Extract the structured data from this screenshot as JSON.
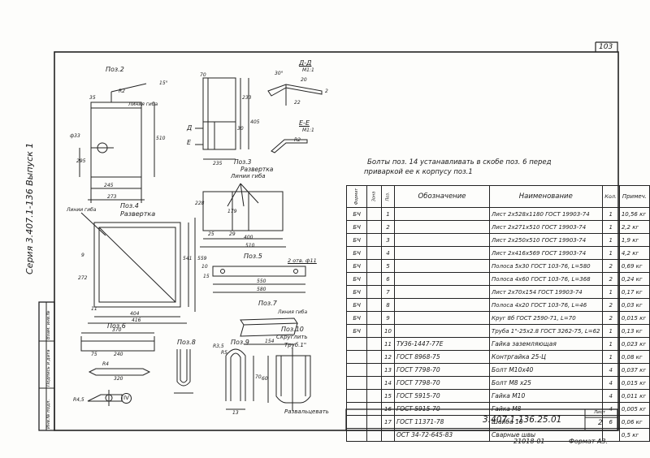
{
  "sheet": {
    "page_number": "103",
    "series_vertical": "Серия 3.407.1-136 Выпуск 1",
    "document_code": "3.407.1-136.25.01",
    "sheet_label": "Лист",
    "sheet_number": "2",
    "bottom_number": "21018-01",
    "format": "Формат А3."
  },
  "side_stamp": [
    "Инв.№ подл.",
    "Подпись и дата",
    "Взам. инв.№"
  ],
  "note": {
    "line1": "Болты поз. 14 устанавливать в скобе поз. 6 перед",
    "line2": "приваркой ее к корпусу поз.1"
  },
  "drawing_labels": {
    "poz2": "Поз.2",
    "liniya_giba_2": "Линия гиба",
    "r2_a": "R2",
    "deg15": "15°",
    "d33": "ф33",
    "dim_35": "35",
    "dim_245": "245",
    "dim_273": "273",
    "dim_510": "510",
    "dim_295": "295",
    "poz3": "Поз.3",
    "razvertka_3": "Развертка",
    "liniya_giba_3": "Линии гиба",
    "dim_235": "235",
    "dim_233": "233",
    "dim_405": "405",
    "dim_30": "30",
    "dim_70": "70",
    "dim_228": "228",
    "dim_179": "179",
    "dim_29": "29",
    "dim_400": "400",
    "dim_510b": "510",
    "dim_25": "25",
    "view_dd": "Д-Д",
    "view_dd_scale": "М1:1",
    "view_ee": "Е-Е",
    "view_ee_scale": "М1:1",
    "mark_d": "Д",
    "mark_e": "Е",
    "dim_20": "20",
    "dim_22": "22",
    "dim_30deg": "30°",
    "dim_r2": "R2",
    "dim_2": "2",
    "poz4": "Поз.4",
    "razvertka_4": "Развертка",
    "liniya_giba_4": "Линии гиба",
    "dim_404": "404",
    "dim_416": "416",
    "dim_541": "541",
    "dim_559": "559",
    "dim_272": "272",
    "dim_9": "9",
    "dim_11": "11",
    "dim_10": "10",
    "poz5": "Поз.5",
    "holes_11": "2 отв. ф11",
    "dim_15": "15",
    "dim_550": "550",
    "dim_580": "580",
    "poz7": "Поз.7",
    "liniya_giba_7": "Линия гиба",
    "dim_154": "154",
    "poz6": "Поз.6",
    "dim_370": "370",
    "dim_75": "75",
    "dim_240": "240",
    "dim_320": "320",
    "dim_r4": "R4",
    "dim_r45": "R4,5",
    "roman_iv": "IV",
    "poz8": "Поз.8",
    "dim_r35": "R3,5",
    "poz9": "Поз.9",
    "dim_r5": "R5",
    "dim_13": "13",
    "dim_70b": "70",
    "poz10": "Поз.10",
    "skruglit": "Скруглить",
    "trub": "Труб.1\"",
    "razvaltsevat": "Развальцевать",
    "dim_60": "60"
  },
  "spec_table": {
    "headers": [
      "Формат",
      "Зона",
      "Поз.",
      "Обозначение",
      "Наименование",
      "Кол.",
      "Примеч."
    ],
    "rows": [
      {
        "fmt": "БЧ",
        "zone": "",
        "pos": "1",
        "code": "",
        "name": "Лист 2х528х1180 ГОСТ 19903-74",
        "qty": "1",
        "note": "10,56 кг"
      },
      {
        "fmt": "БЧ",
        "zone": "",
        "pos": "2",
        "code": "",
        "name": "Лист 2х271х510 ГОСТ 19903-74",
        "qty": "1",
        "note": "2,2 кг"
      },
      {
        "fmt": "БЧ",
        "zone": "",
        "pos": "3",
        "code": "",
        "name": "Лист 2х250х510 ГОСТ 19903-74",
        "qty": "1",
        "note": "1,9 кг"
      },
      {
        "fmt": "БЧ",
        "zone": "",
        "pos": "4",
        "code": "",
        "name": "Лист 2х416х569 ГОСТ 19903-74",
        "qty": "1",
        "note": "4,2 кг"
      },
      {
        "fmt": "БЧ",
        "zone": "",
        "pos": "5",
        "code": "",
        "name": "Полоса 5х30 ГОСТ 103-76, L=580",
        "qty": "2",
        "note": "0,69 кг"
      },
      {
        "fmt": "БЧ",
        "zone": "",
        "pos": "6",
        "code": "",
        "name": "Полоса 4х60 ГОСТ 103-76, L=368",
        "qty": "2",
        "note": "0,24 кг"
      },
      {
        "fmt": "БЧ",
        "zone": "",
        "pos": "7",
        "code": "",
        "name": "Лист 2х70х154 ГОСТ 19903-74",
        "qty": "1",
        "note": "0,17 кг"
      },
      {
        "fmt": "БЧ",
        "zone": "",
        "pos": "8",
        "code": "",
        "name": "Полоса 4х20 ГОСТ 103-76, L=46",
        "qty": "2",
        "note": "0,03 кг"
      },
      {
        "fmt": "БЧ",
        "zone": "",
        "pos": "9",
        "code": "",
        "name": "Круг 8б ГОСТ 2590-71, L=70",
        "qty": "2",
        "note": "0,015 кг"
      },
      {
        "fmt": "БЧ",
        "zone": "",
        "pos": "10",
        "code": "",
        "name": "Труба 1\"-25х2.8 ГОСТ 3262-75, L=62",
        "qty": "1",
        "note": "0,13 кг"
      },
      {
        "fmt": "",
        "zone": "",
        "pos": "11",
        "code": "ТУ36-1447-77Е",
        "name": "Гайка заземляющая",
        "qty": "1",
        "note": "0,023 кг"
      },
      {
        "fmt": "",
        "zone": "",
        "pos": "12",
        "code": "ГОСТ 8968-75",
        "name": "Контргайка 25-Ц",
        "qty": "1",
        "note": "0,08 кг"
      },
      {
        "fmt": "",
        "zone": "",
        "pos": "13",
        "code": "ГОСТ 7798-70",
        "name": "Болт М10х40",
        "qty": "4",
        "note": "0,037 кг"
      },
      {
        "fmt": "",
        "zone": "",
        "pos": "14",
        "code": "ГОСТ 7798-70",
        "name": "Болт М8 х25",
        "qty": "4",
        "note": "0,015 кг"
      },
      {
        "fmt": "",
        "zone": "",
        "pos": "15",
        "code": "ГОСТ 5915-70",
        "name": "Гайка М10",
        "qty": "4",
        "note": "0,011 кг"
      },
      {
        "fmt": "",
        "zone": "",
        "pos": "16",
        "code": "ГОСТ 5915-70",
        "name": "Гайка М8",
        "qty": "4",
        "note": "0,005 кг"
      },
      {
        "fmt": "",
        "zone": "",
        "pos": "17",
        "code": "ГОСТ 11371-78",
        "name": "Шайба 10",
        "qty": "6",
        "note": "0,06 кг"
      },
      {
        "fmt": "",
        "zone": "",
        "pos": "",
        "code": "ОСТ 34-72-645-83",
        "name": "Сварные швы",
        "qty": "",
        "note": "0,5 кг"
      }
    ]
  }
}
